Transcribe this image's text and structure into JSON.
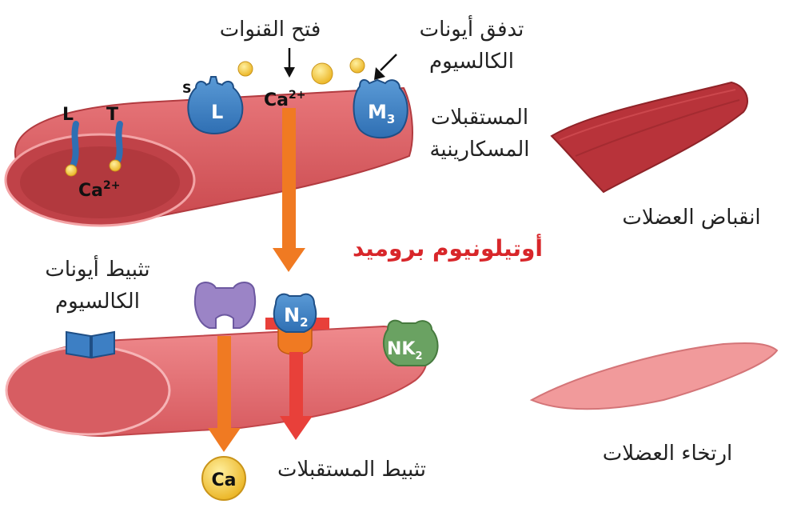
{
  "labels": {
    "channel_opening": "فتح القنوات",
    "calcium_influx_line1": "تدفق أيونات",
    "calcium_influx_line2": "الكالسيوم",
    "muscarinic_line1": "المستقبلات",
    "muscarinic_line2": "المسكارينية",
    "muscle_contraction": "انقباض العضلات",
    "drug_name": "أوتيلونيوم بروميد",
    "calcium_block_line1": "تثبيط أيونات",
    "calcium_block_line2": "الكالسيوم",
    "receptor_block": "تثبيط المستقبلات",
    "muscle_relaxation": "ارتخاء العضلات"
  },
  "symbols": {
    "L_upper": "L",
    "T_upper": "T",
    "S": "S",
    "L_channel": "L",
    "ca_top": "Ca",
    "ca_top_sup": "2+",
    "ca_inside": "Ca",
    "ca_inside_sup": "2+",
    "M": "M",
    "M_sub": "3",
    "N": "N",
    "N_sub": "2",
    "NK": "NK",
    "NK_sub": "2",
    "Ca_circle": "Ca"
  },
  "colors": {
    "muscle_cell": "#dd5d62",
    "muscle_inner": "#b8383d",
    "relaxed_cell": "#e86e73",
    "receptor_blue": "#3d7fc4",
    "purple_channel": "#9b84c6",
    "green_receptor": "#6aa262",
    "orange_arrow": "#f07a22",
    "red_arrow": "#e8403a",
    "calcium_yellow": "#f5c531",
    "drug_text": "#d8262a"
  },
  "icons": [
    "channel-L-icon",
    "receptor-M3-icon",
    "receptor-N2-icon",
    "receptor-NK2-icon",
    "purple-channel-icon",
    "calcium-block-icon"
  ]
}
